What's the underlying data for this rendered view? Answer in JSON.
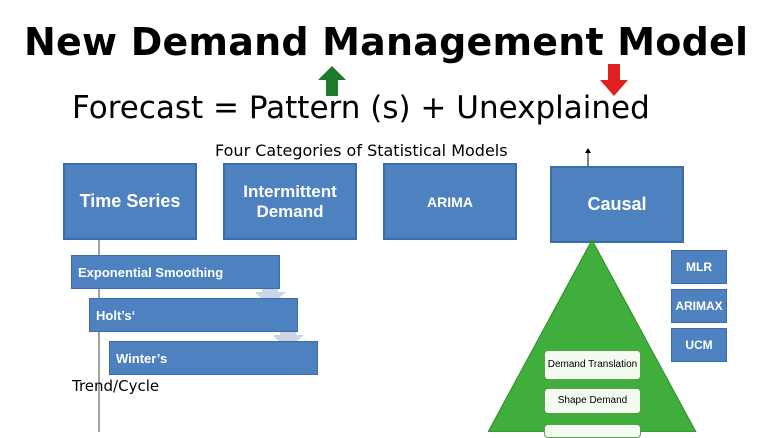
{
  "slide": {
    "title": "New Demand Management Model",
    "formula": "Forecast = Pattern (s)  +  Unexplained",
    "subtitle": "Four Categories of Statistical Models"
  },
  "categories": [
    {
      "label": "Time Series"
    },
    {
      "label": "Intermittent Demand"
    },
    {
      "label": "ARIMA"
    },
    {
      "label": "Causal"
    }
  ],
  "time_series_methods": [
    {
      "label": "Exponential Smoothing"
    },
    {
      "label": "Holt’s‘"
    },
    {
      "label": "Winter’s"
    }
  ],
  "trend_label": "Trend/Cycle",
  "causal_methods": [
    {
      "label": "MLR"
    },
    {
      "label": "ARIMAX"
    },
    {
      "label": "UCM"
    }
  ],
  "pyramid_items": [
    {
      "label": "Demand Translation"
    },
    {
      "label": "Shape Demand"
    }
  ],
  "colors": {
    "box_blue": "#4d81c0",
    "up_arrow_green": "#1e7a2a",
    "down_arrow_red": "#e02020",
    "pyramid_green": "#3fae3a"
  },
  "icons": {
    "up_arrow": "up-arrow-icon",
    "down_arrow": "down-arrow-icon"
  }
}
